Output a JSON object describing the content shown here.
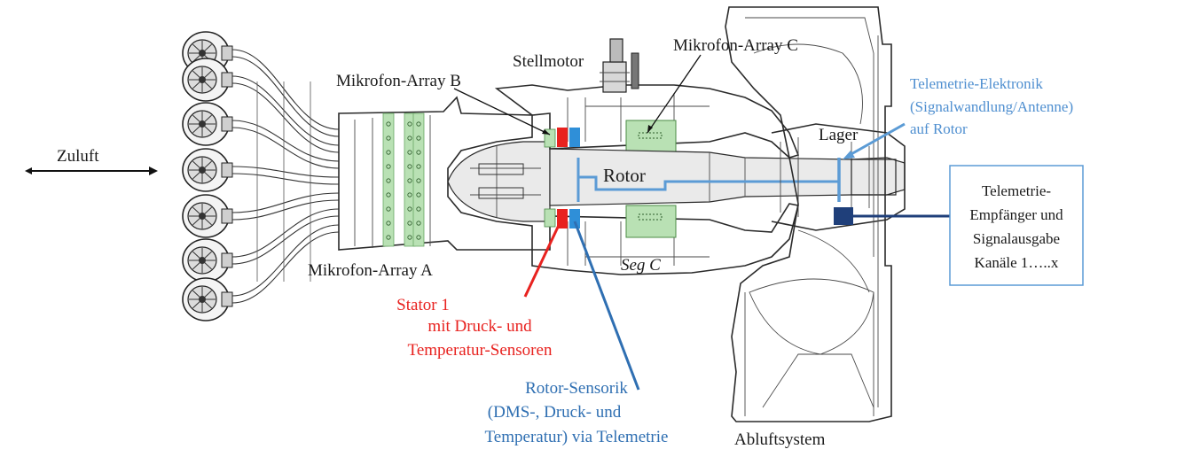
{
  "labels": {
    "zuluft": "Zuluft",
    "mikrofon_a": "Mikrofon-Array A",
    "mikrofon_b": "Mikrofon-Array B",
    "mikrofon_c": "Mikrofon-Array C",
    "stellmotor": "Stellmotor",
    "rotor": "Rotor",
    "seg_c": "Seg C",
    "lager": "Lager",
    "abluftsystem": "Abluftsystem",
    "stator": [
      "Stator 1",
      "mit Druck- und",
      "Temperatur-Sensoren"
    ],
    "rotor_sensorik": [
      "Rotor-Sensorik",
      "(DMS-, Druck- und",
      "Temperatur) via Telemetrie"
    ],
    "telemetrie_elektronik": [
      "Telemetrie-Elektronik",
      "(Signalwandlung/Antenne)",
      "auf Rotor"
    ],
    "telemetrie_empfaenger": [
      "Telemetrie-",
      "Empfänger  und",
      "Signalausgabe",
      "Kanäle 1…..x"
    ]
  },
  "colors": {
    "stator_red": "#e8221f",
    "sensor_blue": "#2f6fb2",
    "telemetry_light_blue": "#5b9bd5",
    "receiver_navy": "#1f3f7a",
    "mic_green": "#b9e1b4"
  }
}
